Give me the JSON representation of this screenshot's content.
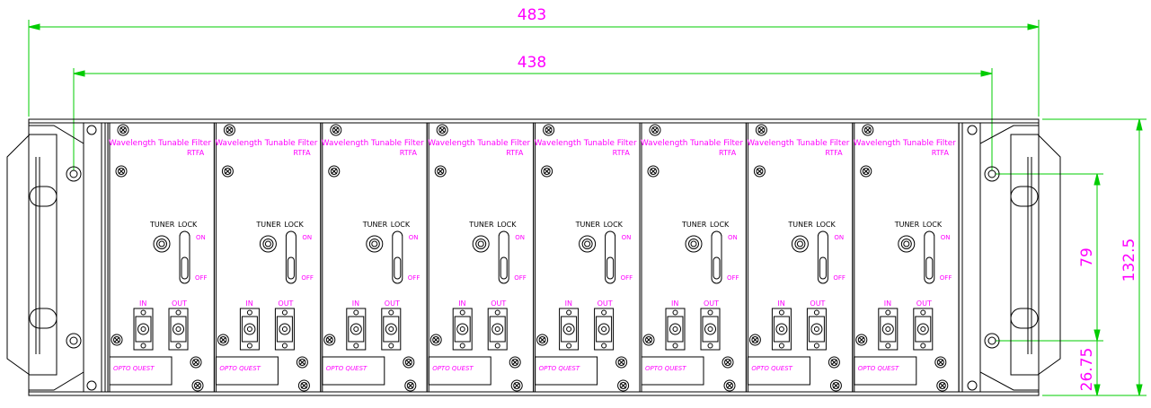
{
  "dimensions": {
    "overall_width": "483",
    "panel_width": "438",
    "height_total": "132.5",
    "hole_spacing": "79",
    "hole_offset": "26.75"
  },
  "module": {
    "title": "Wavelength Tunable Filter",
    "model": "RTFA",
    "tuner_label": "TUNER",
    "lock_label": "LOCK",
    "on_label": "ON",
    "off_label": "OFF",
    "in_label": "IN",
    "out_label": "OUT",
    "brand": "OPTO QUEST"
  },
  "module_count": 8,
  "colors": {
    "outline": "#000000",
    "dimension": "#00cc00",
    "dimension_text": "#ff00ff",
    "module_text": "#ff00ff",
    "background": "#ffffff"
  }
}
